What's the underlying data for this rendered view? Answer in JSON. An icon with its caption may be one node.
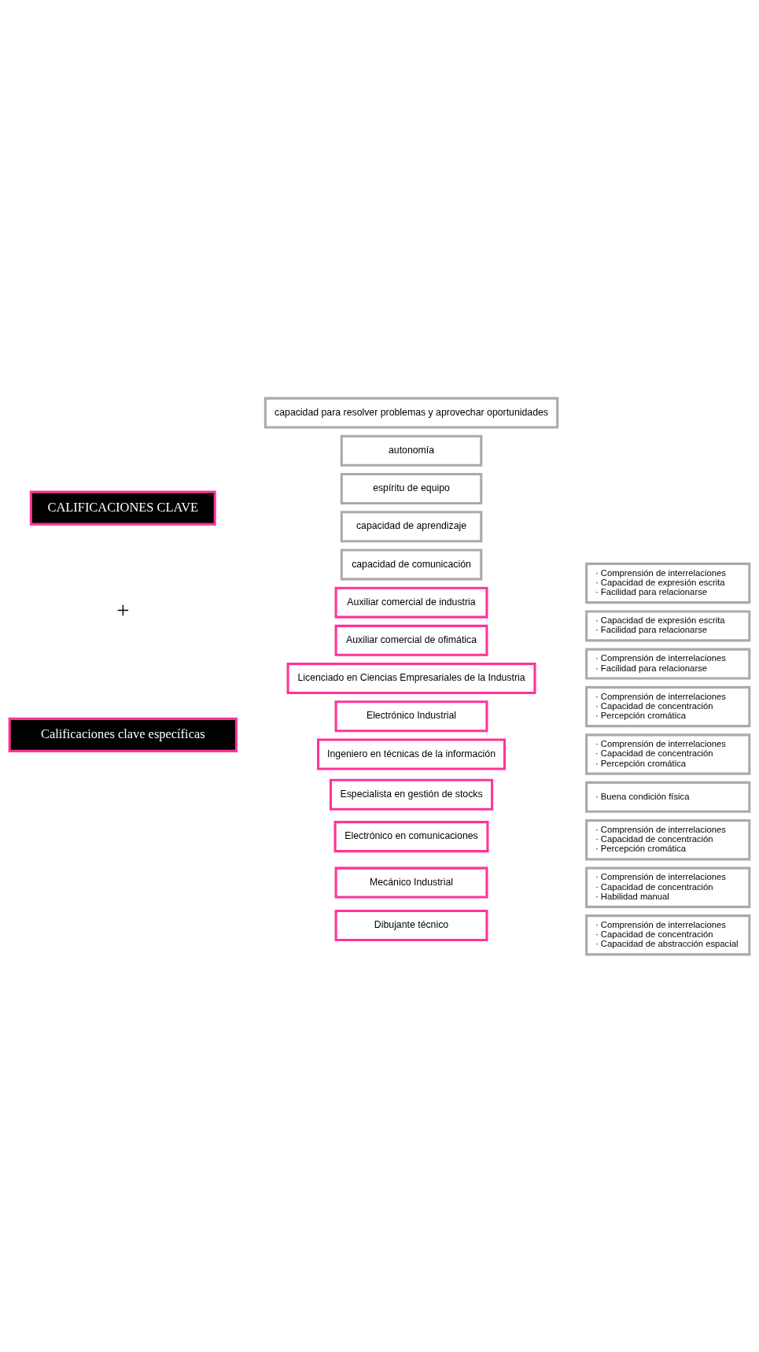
{
  "diagram": {
    "nodes": [
      {
        "text": [
          "CALIFICACIONES CLAVE"
        ]
      },
      {
        "text": [
          "capacidad para resolver problemas y aprovechar oportunidades"
        ]
      },
      {
        "text": [
          "autonomía"
        ]
      },
      {
        "text": [
          "espíritu de equipo"
        ]
      },
      {
        "text": [
          "capacidad de aprendizaje"
        ]
      },
      {
        "text": [
          "capacidad de comunicación"
        ]
      },
      {
        "text": [
          "Calificaciones clave específicas"
        ]
      },
      {
        "text": [
          "Auxiliar comercial de industria"
        ]
      },
      {
        "text": [
          "Auxiliar comercial de ofimática"
        ]
      },
      {
        "text": [
          "Licenciado en Ciencias Empresariales de la Industria"
        ]
      },
      {
        "text": [
          "Electrónico Industrial"
        ]
      },
      {
        "text": [
          "Ingeniero en técnicas de la información"
        ]
      },
      {
        "text": [
          "Especialista en gestión de stocks"
        ]
      },
      {
        "text": [
          "Electrónico en comunicaciones"
        ]
      },
      {
        "text": [
          "Mecánico Industrial"
        ]
      },
      {
        "text": [
          "Dibujante técnico"
        ]
      },
      {
        "text": [
          "· Comprensión de interrelaciones",
          "· Capacidad de expresión escrita",
          "· Facilidad para relacionarse"
        ]
      },
      {
        "text": [
          "· Capacidad de expresión escrita",
          "· Facilidad para relacionarse"
        ]
      },
      {
        "text": [
          "· Comprensión de interrelaciones",
          "· Facilidad para relacionarse"
        ]
      },
      {
        "text": [
          "· Comprensión de interrelaciones",
          "· Capacidad de concentración",
          "· Percepción cromática"
        ]
      },
      {
        "text": [
          "· Comprensión de interrelaciones",
          "· Capacidad de concentración",
          "· Percepción cromática"
        ]
      },
      {
        "text": [
          "· Buena condición física"
        ]
      },
      {
        "text": [
          "· Comprensión de interrelaciones",
          "· Capacidad de concentración",
          "· Percepción cromática"
        ]
      },
      {
        "text": [
          "· Comprensión de interrelaciones",
          "· Capacidad de concentración",
          "· Habilidad manual"
        ]
      },
      {
        "text": [
          "· Comprensión de interrelaciones",
          "· Capacidad de concentración",
          "· Capacidad de abstracción espacial"
        ]
      }
    ],
    "edges": [],
    "labels": [
      "+"
    ]
  }
}
